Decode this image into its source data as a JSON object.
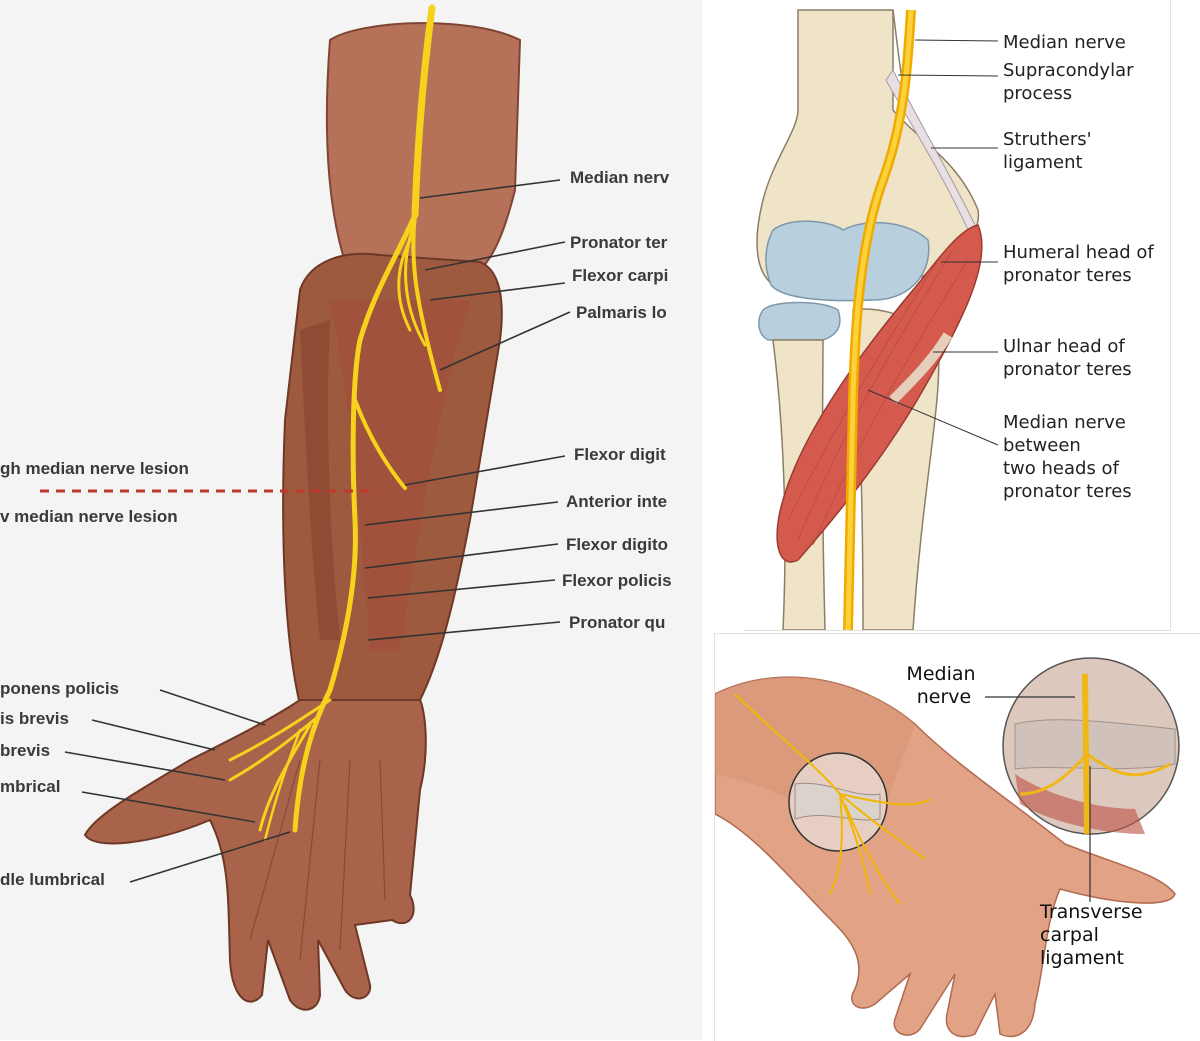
{
  "forearm_panel": {
    "labels_right": [
      "Median nerv",
      "Pronator ter",
      "Flexor carpi",
      "Palmaris lo",
      "Flexor digit",
      "Anterior inte",
      "Flexor digito",
      "Flexor policis",
      "Pronator qu"
    ],
    "labels_left": [
      "gh median nerve lesion",
      "v median nerve lesion",
      "ponens policis",
      "is brevis",
      "brevis",
      "mbrical",
      "dle lumbrical"
    ]
  },
  "elbow_panel": {
    "labels": [
      [
        "Median nerve"
      ],
      [
        "Supracondylar",
        "process"
      ],
      [
        "Struthers'",
        "ligament"
      ],
      [
        "Humeral head of",
        "pronator teres"
      ],
      [
        "Ulnar head of",
        "pronator teres"
      ],
      [
        "Median nerve",
        "between",
        "two heads of",
        "pronator teres"
      ]
    ]
  },
  "wrist_panel": {
    "labels": [
      [
        "Median",
        "nerve"
      ],
      [
        "Transverse",
        "carpal",
        "ligament"
      ]
    ]
  },
  "colors": {
    "nerve": "#f7d21c",
    "skin": "#9e5a3f",
    "muscle": "#d45a4e",
    "bone": "#efe3c8",
    "cartilage": "#b8cfdd",
    "lesion_line": "#c0392b"
  }
}
